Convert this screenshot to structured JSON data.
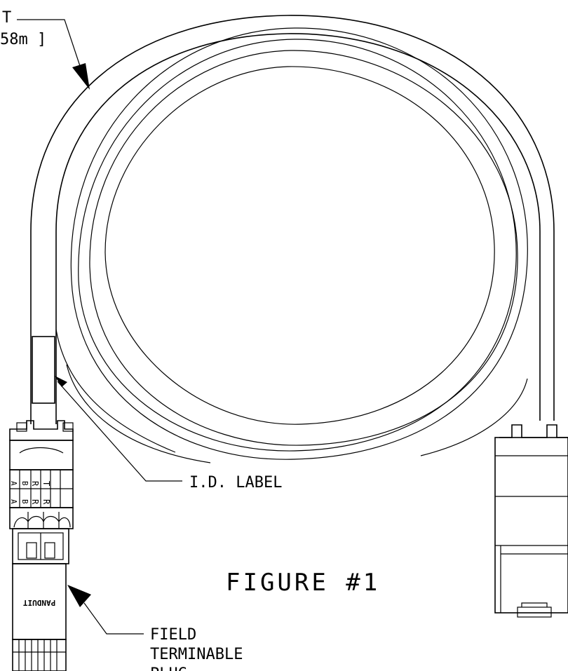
{
  "labels": {
    "length_top": "T",
    "length_bottom": "58m ]",
    "id_label": "I.D. LABEL",
    "figure": "FIGURE #1",
    "field_line1": "FIELD",
    "field_line2": "TERMINABLE",
    "field_line3": "PLUG",
    "brand": "PANDUIT"
  },
  "plug_codes": {
    "row1": [
      "T",
      "R",
      "B",
      "A"
    ],
    "row2": [
      "R",
      "R",
      "B",
      "A"
    ]
  },
  "colors": {
    "line": "#000000",
    "background": "#ffffff"
  }
}
